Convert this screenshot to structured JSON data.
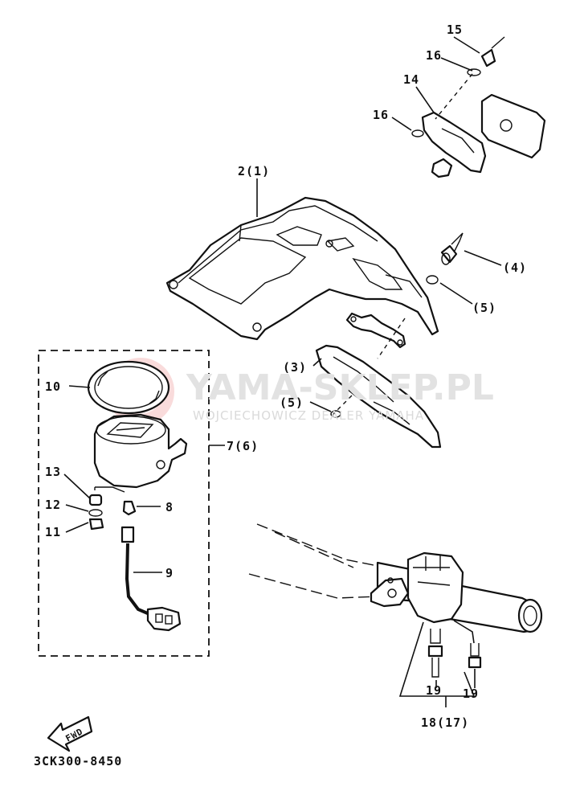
{
  "watermark": {
    "brand": "YAMA-SKLEP.PL",
    "subtitle": "WOJCIECHOWICZ DEALER YAMAHA",
    "logo_color": "#f3b8b8"
  },
  "labels": {
    "p2": "2(1)",
    "p3": "(3)",
    "p4": "(4)",
    "p5a": "(5)",
    "p5b": "(5)",
    "p7": "7(6)",
    "p8": "8",
    "p9": "9",
    "p10": "10",
    "p11": "11",
    "p12": "12",
    "p13": "13",
    "p14": "14",
    "p15": "15",
    "p16a": "16",
    "p16b": "16",
    "p19a": "19",
    "p19b": "19",
    "p18": "18(17)",
    "fwd": "FWD",
    "code": "3CK300-8450"
  }
}
